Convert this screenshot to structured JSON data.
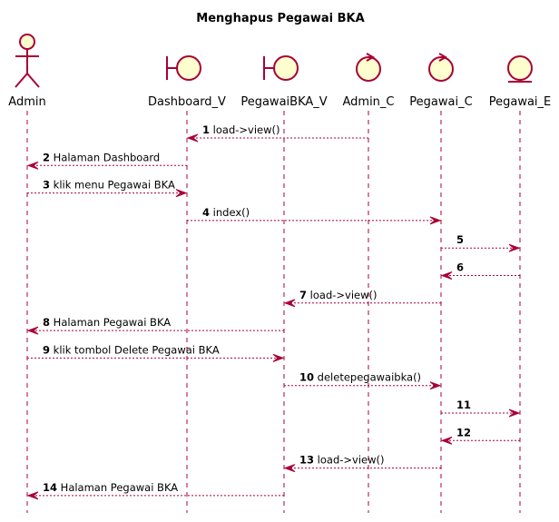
{
  "title": "Menghapus Pegawai BKA",
  "participants": [
    {
      "id": "admin",
      "label": "Admin",
      "kind": "actor"
    },
    {
      "id": "dashboard_v",
      "label": "Dashboard_V",
      "kind": "boundary"
    },
    {
      "id": "pegawaibka_v",
      "label": "PegawaiBKA_V",
      "kind": "boundary"
    },
    {
      "id": "admin_c",
      "label": "Admin_C",
      "kind": "control"
    },
    {
      "id": "pegawai_c",
      "label": "Pegawai_C",
      "kind": "control"
    },
    {
      "id": "pegawai_e",
      "label": "Pegawai_E",
      "kind": "entity"
    }
  ],
  "messages": [
    {
      "num": "1",
      "text": "load->view()",
      "from": "admin_c",
      "to": "dashboard_v"
    },
    {
      "num": "2",
      "text": "Halaman Dashboard",
      "from": "dashboard_v",
      "to": "admin"
    },
    {
      "num": "3",
      "text": "klik menu Pegawai BKA",
      "from": "admin",
      "to": "dashboard_v"
    },
    {
      "num": "4",
      "text": "index()",
      "from": "dashboard_v",
      "to": "pegawai_c"
    },
    {
      "num": "5",
      "text": "",
      "from": "pegawai_c",
      "to": "pegawai_e"
    },
    {
      "num": "6",
      "text": "",
      "from": "pegawai_e",
      "to": "pegawai_c"
    },
    {
      "num": "7",
      "text": "load->view()",
      "from": "pegawai_c",
      "to": "pegawaibka_v"
    },
    {
      "num": "8",
      "text": "Halaman Pegawai BKA",
      "from": "pegawaibka_v",
      "to": "admin"
    },
    {
      "num": "9",
      "text": "klik tombol Delete Pegawai BKA",
      "from": "admin",
      "to": "pegawaibka_v"
    },
    {
      "num": "10",
      "text": "deletepegawaibka()",
      "from": "pegawaibka_v",
      "to": "pegawai_c"
    },
    {
      "num": "11",
      "text": "",
      "from": "pegawai_c",
      "to": "pegawai_e"
    },
    {
      "num": "12",
      "text": "",
      "from": "pegawai_e",
      "to": "pegawai_c"
    },
    {
      "num": "13",
      "text": "load->view()",
      "from": "pegawai_c",
      "to": "pegawaibka_v"
    },
    {
      "num": "14",
      "text": "Halaman Pegawai BKA",
      "from": "pegawaibka_v",
      "to": "admin"
    }
  ],
  "colors": {
    "line": "#a80036",
    "fill": "#fefece"
  }
}
